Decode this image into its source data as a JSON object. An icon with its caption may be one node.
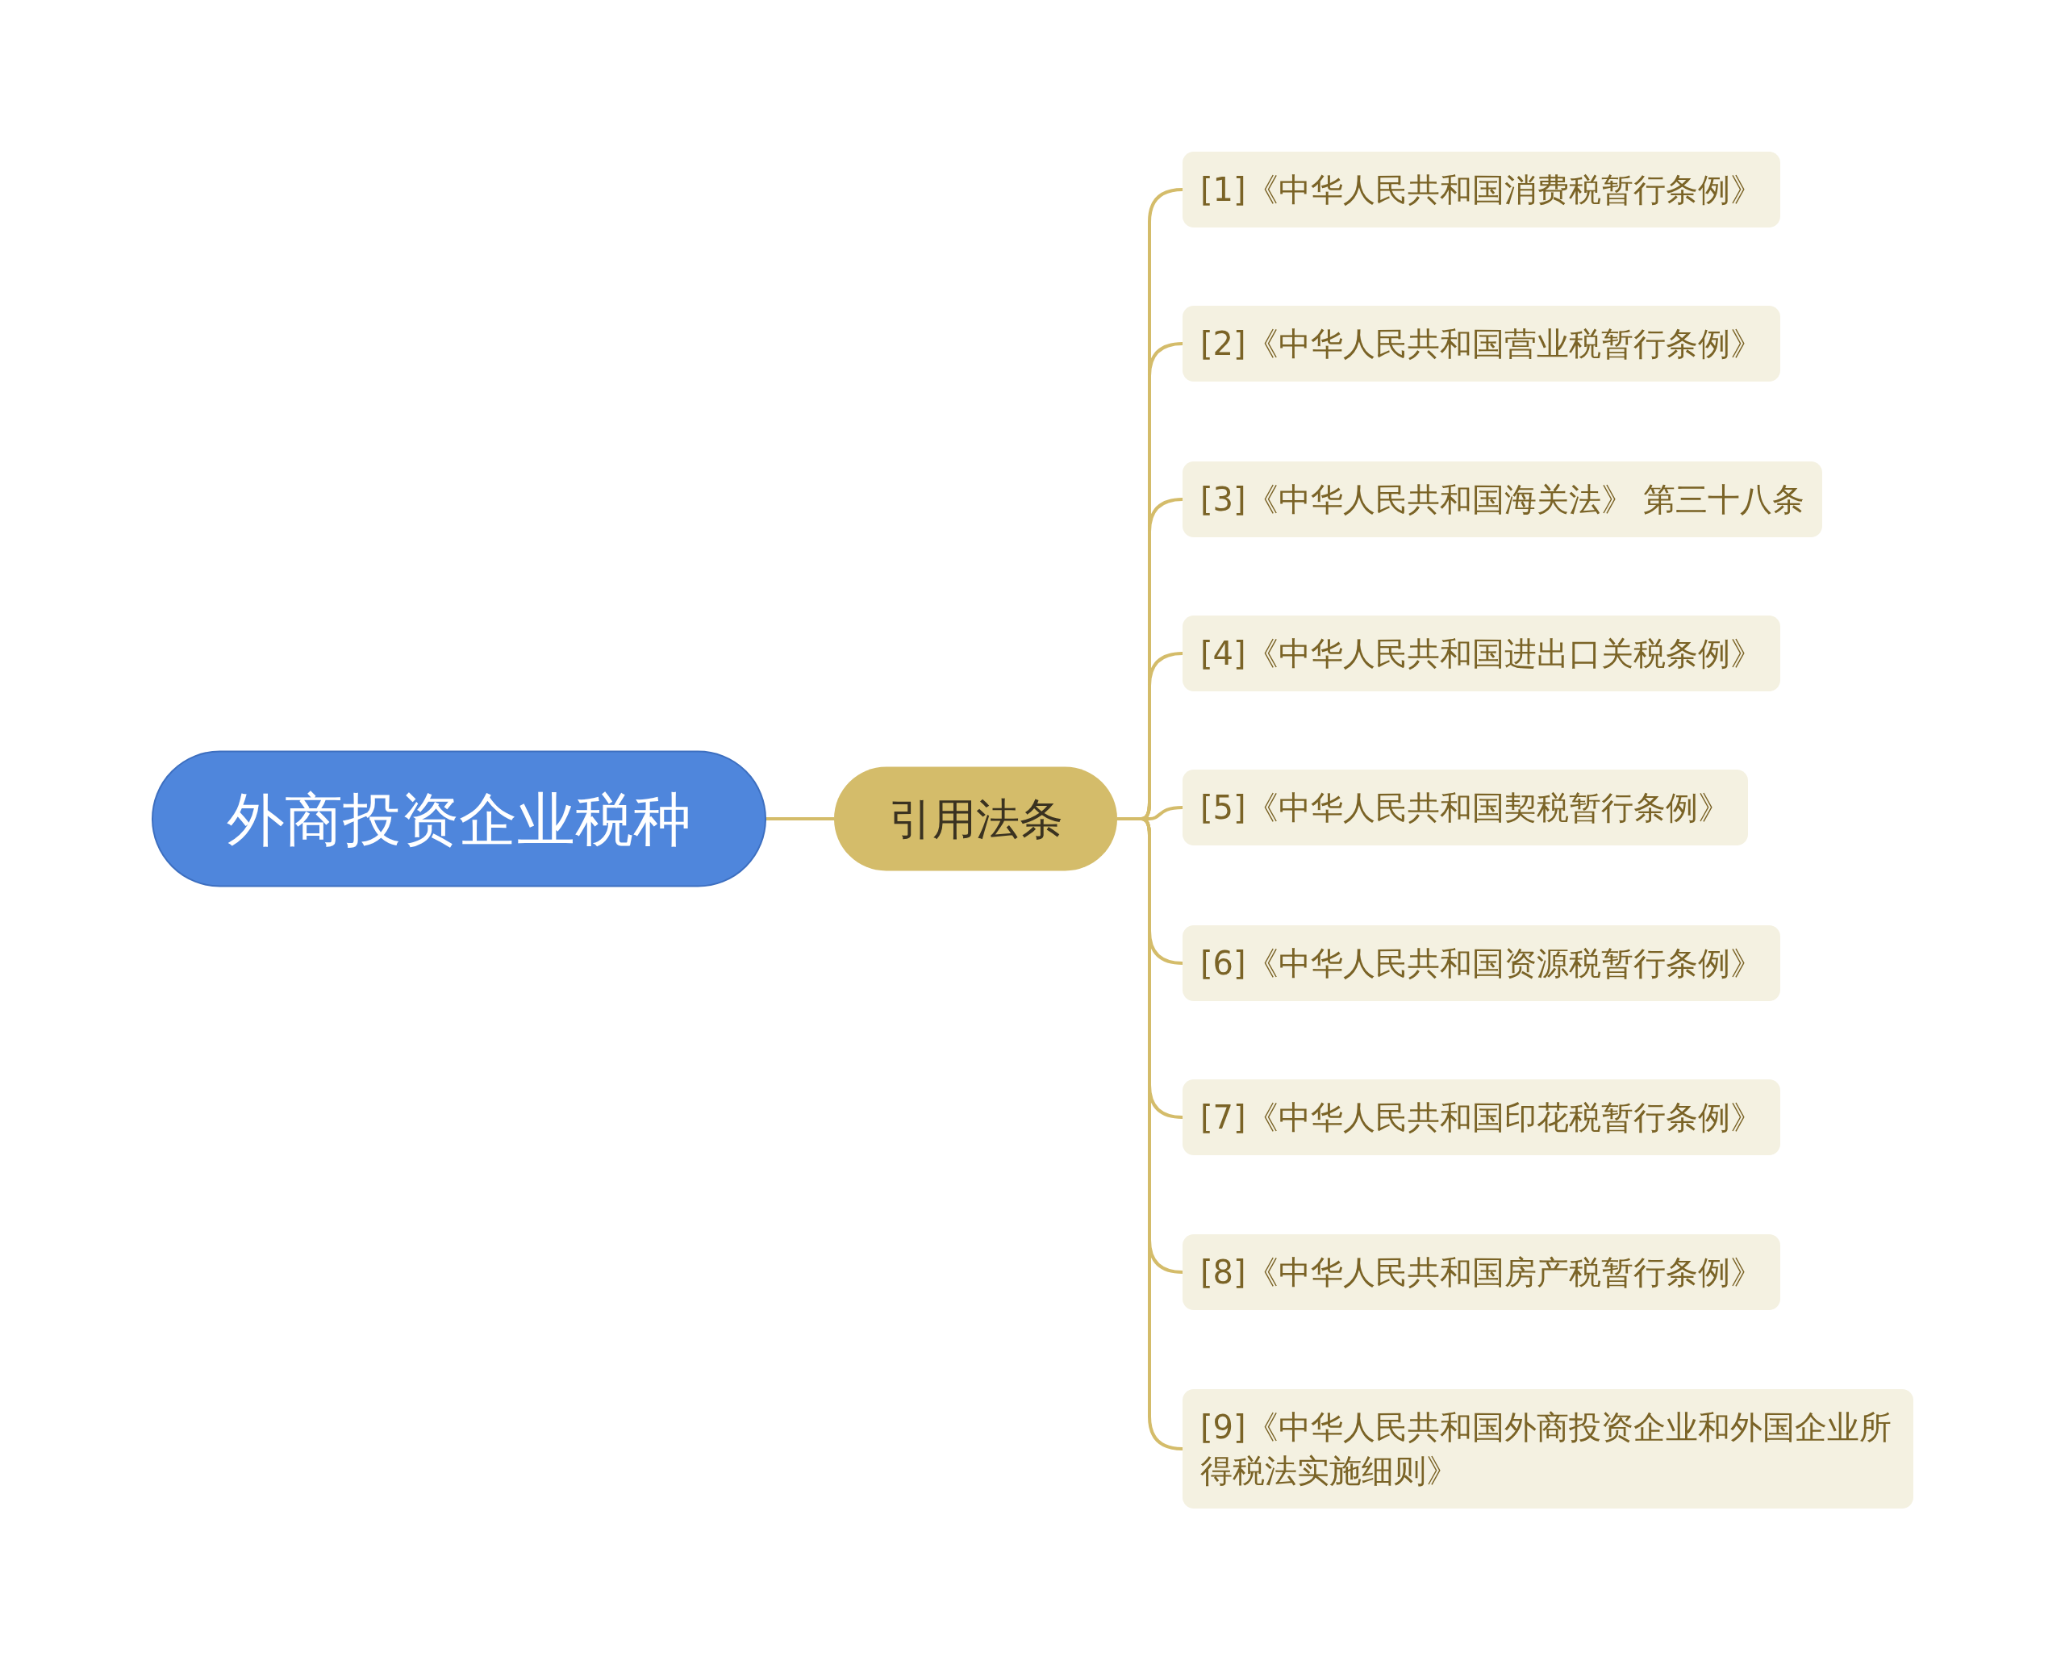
{
  "diagram": {
    "nodes": [
      {
        "text": [
          "外商投资企业税种"
        ]
      },
      {
        "text": [
          "引用法条"
        ]
      },
      {
        "text": [
          "[1]《中华人民共和国消费税暂行条例》"
        ]
      },
      {
        "text": [
          "[2]《中华人民共和国营业税暂行条例》"
        ]
      },
      {
        "text": [
          "[3]《中华人民共和国海关法》 第三十八条"
        ]
      },
      {
        "text": [
          "[4]《中华人民共和国进出口关税条例》"
        ]
      },
      {
        "text": [
          "[5]《中华人民共和国契税暂行条例》"
        ]
      },
      {
        "text": [
          "[6]《中华人民共和国资源税暂行条例》"
        ]
      },
      {
        "text": [
          "[7]《中华人民共和国印花税暂行条例》"
        ]
      },
      {
        "text": [
          "[8]《中华人民共和国房产税暂行条例》"
        ]
      },
      {
        "text": [
          "[9]《中华人民共和国外商投资企业和外国企业所得税法实施细则》"
        ]
      }
    ],
    "edges": [
      {
        "from": 0,
        "to": 1,
        "arrow": "none"
      },
      {
        "from": 1,
        "to": 2,
        "arrow": "none"
      },
      {
        "from": 1,
        "to": 3,
        "arrow": "none"
      },
      {
        "from": 1,
        "to": 4,
        "arrow": "none"
      },
      {
        "from": 1,
        "to": 5,
        "arrow": "none"
      },
      {
        "from": 1,
        "to": 6,
        "arrow": "none"
      },
      {
        "from": 1,
        "to": 7,
        "arrow": "none"
      },
      {
        "from": 1,
        "to": 8,
        "arrow": "none"
      },
      {
        "from": 1,
        "to": 9,
        "arrow": "none"
      },
      {
        "from": 1,
        "to": 10,
        "arrow": "none"
      }
    ]
  }
}
